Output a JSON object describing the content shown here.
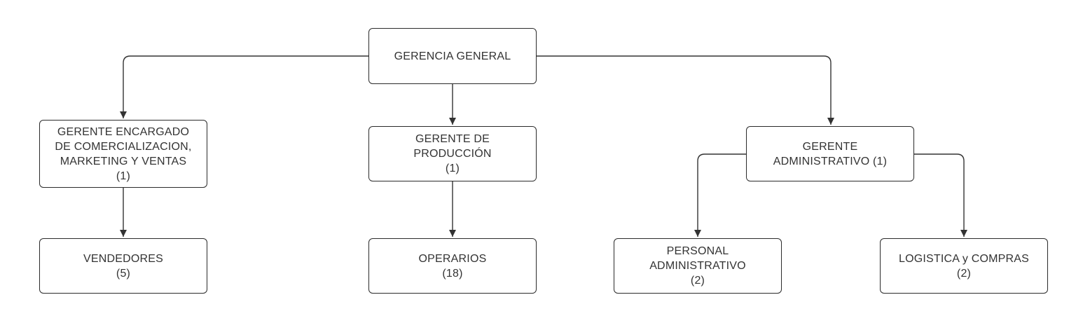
{
  "org_chart": {
    "root": {
      "label": "GERENCIA GENERAL"
    },
    "commercial_manager": {
      "label": "GERENTE ENCARGADO\nDE COMERCIALIZACION,\nMARKETING Y VENTAS\n(1)"
    },
    "production_manager": {
      "label": "GERENTE DE\nPRODUCCIÓN\n(1)"
    },
    "admin_manager": {
      "label": "GERENTE\nADMINISTRATIVO (1)"
    },
    "sellers": {
      "label": "VENDEDORES\n(5)"
    },
    "operators": {
      "label": "OPERARIOS\n(18)"
    },
    "admin_staff": {
      "label": "PERSONAL\nADMINISTRATIVO\n(2)"
    },
    "logistics": {
      "label": "LOGISTICA y COMPRAS\n(2)"
    }
  },
  "colors": {
    "line": "#333333",
    "border": "#2b2b2b",
    "text": "#333333",
    "background": "#ffffff"
  }
}
